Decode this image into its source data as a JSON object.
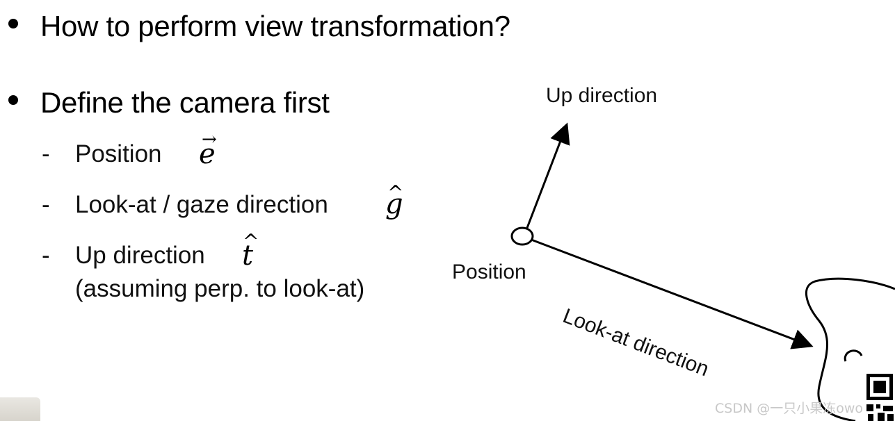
{
  "slide": {
    "bullets": [
      {
        "text": "How to perform view transformation?"
      },
      {
        "text": "Define the camera first"
      }
    ],
    "sub_items": [
      {
        "dash": "-",
        "label": "Position",
        "symbol": "e",
        "accent": "→"
      },
      {
        "dash": "-",
        "label": "Look-at / gaze direction",
        "symbol": "g",
        "accent": "^"
      },
      {
        "dash": "-",
        "label": "Up direction",
        "symbol": "t",
        "accent": "^",
        "note": "(assuming perp. to look-at)"
      }
    ]
  },
  "diagram": {
    "up_label": "Up direction",
    "position_label": "Position",
    "lookat_label": "Look-at direction"
  },
  "watermark": "CSDN @一只小果冻owo"
}
